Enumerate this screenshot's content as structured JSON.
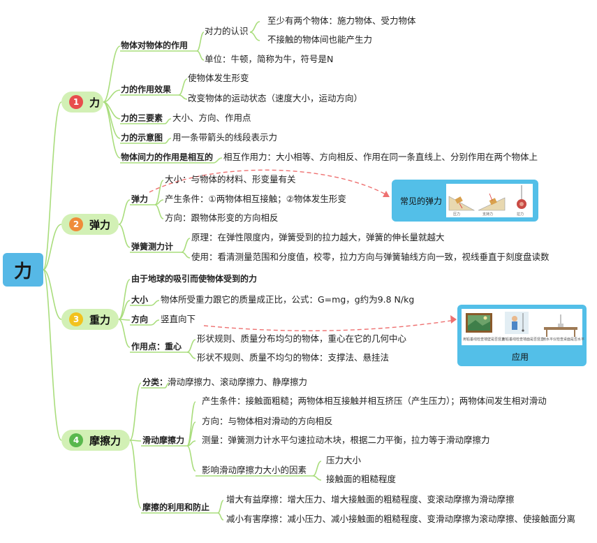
{
  "root": {
    "label": "力"
  },
  "colors": {
    "branch": "#a9dd7c",
    "root": "#56b8e6",
    "pill": "#d2f0b5",
    "badge1": "#e84d4d",
    "badge2": "#ef8c3a",
    "badge3": "#f2c21d",
    "badge4": "#59b84d",
    "dash": "#ee7070",
    "card": "#53bfe8"
  },
  "s1": {
    "num": "1",
    "title": "力",
    "a": {
      "label": "物体对物体的作用",
      "b1": "对力的认识",
      "b1c1": "至少有两个物体：施力物体、受力物体",
      "b1c2": "不接触的物体间也能产生力",
      "b2": "单位：牛顿，简称为牛，符号是N"
    },
    "b": {
      "label": "力的作用效果",
      "c1": "使物体发生形变",
      "c2": "改变物体的运动状态（速度大小，运动方向）"
    },
    "c": {
      "label": "力的三要素",
      "c1": "大小、方向、作用点"
    },
    "d": {
      "label": "力的示意图",
      "c1": "用一条带箭头的线段表示力"
    },
    "e": {
      "label": "物体间力的作用是相互的",
      "c1": "相互作用力：大小相等、方向相反、作用在同一条直线上、分别作用在两个物体上"
    }
  },
  "s2": {
    "num": "2",
    "title": "弹力",
    "a": {
      "label": "弹力",
      "c1": "大小：与物体的材料、形变量有关",
      "c2": "产生条件：①两物体相互接触；②物体发生形变",
      "c3": "方向：跟物体形变的方向相反"
    },
    "b": {
      "label": "弹簧测力计",
      "c1": "原理：在弹性限度内，弹簧受到的拉力越大，弹簧的伸长量就越大",
      "c2": "使用：看清测量范围和分度值，校零，拉力方向与弹簧轴线方向一致，视线垂直于刻度盘读数"
    },
    "card": {
      "title": "常见的弹力",
      "captions": [
        "压力",
        "支持力",
        "拉力"
      ]
    }
  },
  "s3": {
    "num": "3",
    "title": "重力",
    "a": {
      "label": "由于地球的吸引而使物体受到的力"
    },
    "b": {
      "label": "大小",
      "c1": "物体所受重力跟它的质量成正比，公式：G=mg，g约为9.8 N/kg"
    },
    "c": {
      "label": "方向",
      "c1": "竖直向下"
    },
    "d": {
      "label": "作用点：重心",
      "c1": "形状规则、质量分布均匀的物体，重心在它的几何中心",
      "c2": "形状不规则、质量不均匀的物体：支撑法、悬挂法"
    },
    "card": {
      "title": "应用",
      "captions": [
        "用铅垂线检查墙壁是否竖直",
        "用铅垂线检查墙面是否竖直",
        "用水平仪检查桌面是否水平"
      ]
    }
  },
  "s4": {
    "num": "4",
    "title": "摩擦力",
    "a": {
      "label": "分类：",
      "c1": "滑动摩擦力、滚动摩擦力、静摩擦力"
    },
    "b": {
      "label": "滑动摩擦力",
      "c1": "产生条件：接触面粗糙；两物体相互接触并相互挤压（产生压力）；两物体间发生相对滑动",
      "c2": "方向：与物体相对滑动的方向相反",
      "c3": "测量：弹簧测力计水平匀速拉动木块，根据二力平衡，拉力等于滑动摩擦力",
      "c4": "影响滑动摩擦力大小的因素",
      "c4a": "压力大小",
      "c4b": "接触面的粗糙程度"
    },
    "c": {
      "label": "摩擦的利用和防止",
      "c1": "增大有益摩擦：增大压力、增大接触面的粗糙程度、变滚动摩擦为滑动摩擦",
      "c2": "减小有害摩擦：减小压力、减小接触面的粗糙程度、变滑动摩擦为滚动摩擦、使接触面分离"
    }
  }
}
